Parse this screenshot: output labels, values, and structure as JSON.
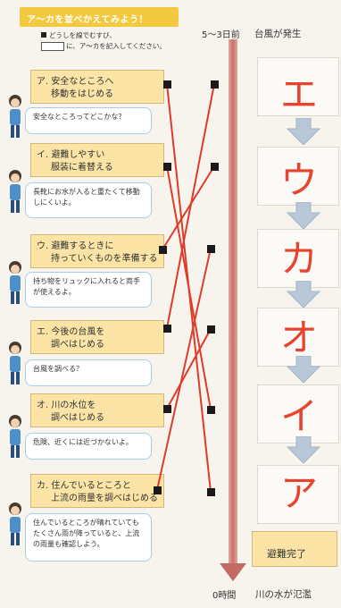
{
  "header": {
    "title": "ア〜カを並べかえてみよう！",
    "instruction_line1": "どうしを線でむすび、",
    "instruction_line2": "に、ア〜カを記入してください。"
  },
  "timeline": {
    "top_time": "5〜3日前",
    "top_event": "台風が発生",
    "bottom_time": "0時間",
    "bottom_event": "川の水が氾濫",
    "end_label": "避難完了"
  },
  "actions": [
    {
      "line1": "ア. 安全なところへ",
      "line2": "移動をはじめる",
      "bubble": "安全なところってどこかな？"
    },
    {
      "line1": "イ. 避難しやすい",
      "line2": "服装に着替える",
      "bubble": "長靴にお水が入ると重たくて移動しにくいよ。"
    },
    {
      "line1": "ウ. 避難するときに",
      "line2": "持っていくものを準備する",
      "bubble": "持ち物をリュックに入れると両手が使えるよ。"
    },
    {
      "line1": "エ. 今後の台風を",
      "line2": "調べはじめる",
      "bubble": "台風を調べる？"
    },
    {
      "line1": "オ. 川の水位を",
      "line2": "調べはじめる",
      "bubble": "危険、近くには近づかないよ。"
    },
    {
      "line1": "カ. 住んでいるところと",
      "line2": "上流の雨量を調べはじめる",
      "bubble": "住んでいるところが晴れていてもたくさん雨が降っていると、上流の雨量も確認しよう。"
    }
  ],
  "answers": [
    "エ",
    "ウ",
    "カ",
    "オ",
    "イ",
    "ア"
  ],
  "colors": {
    "answer_letter": "#e7442f",
    "line": "#e03a2a",
    "card": "#fbe4a6",
    "header": "#f3c940"
  }
}
